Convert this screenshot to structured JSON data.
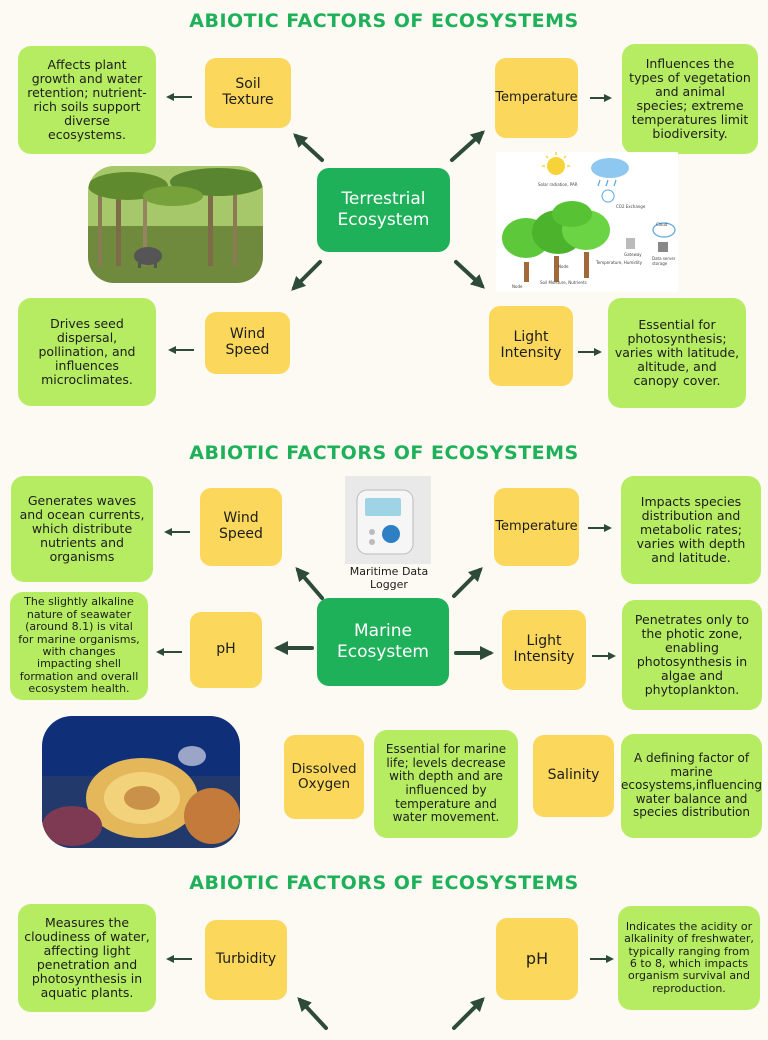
{
  "titles": [
    "ABIOTIC FACTORS OF ECOSYSTEMS",
    "ABIOTIC FACTORS OF ECOSYSTEMS",
    "ABIOTIC FACTORS OF ECOSYSTEMS"
  ],
  "terrestrial": {
    "center": "Terrestrial Ecosystem",
    "soil_texture": {
      "label": "Soil Texture",
      "desc": "Affects plant growth and water retention; nutrient-rich soils support diverse ecosystems."
    },
    "temperature": {
      "label": "Temperature",
      "desc": "Influences the types of vegetation and animal species; extreme temperatures limit biodiversity."
    },
    "wind_speed": {
      "label": "Wind Speed",
      "desc": "Drives seed dispersal, pollination, and influences microclimates."
    },
    "light_intensity": {
      "label": "Light Intensity",
      "desc": "Essential for photosynthesis; varies with latitude, altitude, and canopy cover."
    },
    "sensor_diagram": {
      "labels": [
        "Solar radiation, PAR",
        "CO2 Exchange",
        "Cloud",
        "Temperature, Humidity",
        "Gateway",
        "Data server storage",
        "Soil Moisture, Nutrients",
        "Node",
        "Node"
      ]
    }
  },
  "marine": {
    "center": "Marine Ecosystem",
    "wind_speed": {
      "label": "Wind Speed",
      "desc": "Generates waves and ocean currents, which distribute nutrients and organisms"
    },
    "temperature": {
      "label": "Temperature",
      "desc": "Impacts species distribution and metabolic rates; varies with depth and latitude."
    },
    "ph": {
      "label": "pH",
      "desc": "The slightly alkaline nature of seawater (around 8.1) is vital for marine organisms, with changes impacting shell formation and overall ecosystem health."
    },
    "light_intensity": {
      "label": "Light Intensity",
      "desc": "Penetrates only to the photic zone, enabling photosynthesis in algae and phytoplankton."
    },
    "dissolved_oxygen": {
      "label": "Dissolved Oxygen",
      "desc": "Essential for marine life; levels decrease with depth and are influenced by temperature and water movement."
    },
    "salinity": {
      "label": "Salinity",
      "desc": "A defining factor of marine ecosystems,influencing water balance and species distribution"
    },
    "logger_caption": "Maritime Data Logger"
  },
  "freshwater": {
    "turbidity": {
      "label": "Turbidity",
      "desc": "Measures the cloudiness of water, affecting light penetration and photosynthesis in aquatic plants."
    },
    "ph": {
      "label": "pH",
      "desc": "Indicates the acidity or alkalinity of freshwater, typically ranging from 6 to 8, which impacts organism survival and reproduction."
    }
  },
  "colors": {
    "title": "#1fb05a",
    "center": "#1fb05a",
    "green_box": "#b6ec62",
    "yellow_box": "#fbd85c",
    "arrow": "#2e4a3b"
  }
}
